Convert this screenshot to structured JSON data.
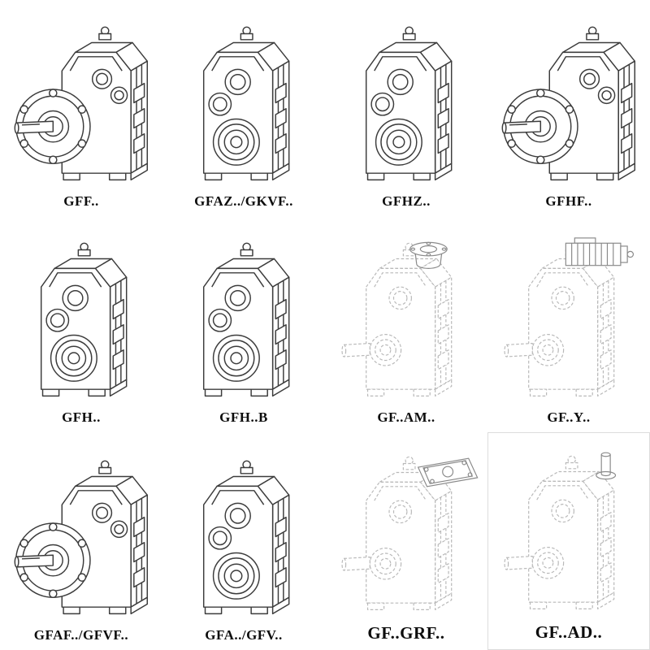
{
  "page": {
    "background_color": "#ffffff",
    "solid_line_color": "#3c3c3c",
    "ghost_line_color": "#b9b9b9",
    "accent_line_color": "#8a8a8a"
  },
  "catalog": {
    "items": [
      {
        "label": "GFF..",
        "drawing": "solid-flange"
      },
      {
        "label": "GFAZ../GKVF..",
        "drawing": "solid-bore"
      },
      {
        "label": "GFHZ..",
        "drawing": "solid-bore"
      },
      {
        "label": "GFHF..",
        "drawing": "solid-flange"
      },
      {
        "label": "GFH..",
        "drawing": "solid-bore"
      },
      {
        "label": "GFH..B",
        "drawing": "solid-bore"
      },
      {
        "label": "GF..AM..",
        "drawing": "ghost-top-flange"
      },
      {
        "label": "GF..Y..",
        "drawing": "ghost-motor"
      },
      {
        "label": "GFAF../GFVF..",
        "drawing": "solid-flange"
      },
      {
        "label": "GFA../GFV..",
        "drawing": "solid-bore"
      },
      {
        "label": "GF..GRF..",
        "drawing": "ghost-plate"
      },
      {
        "label": "GF..AD..",
        "drawing": "ghost-shaft"
      }
    ]
  }
}
